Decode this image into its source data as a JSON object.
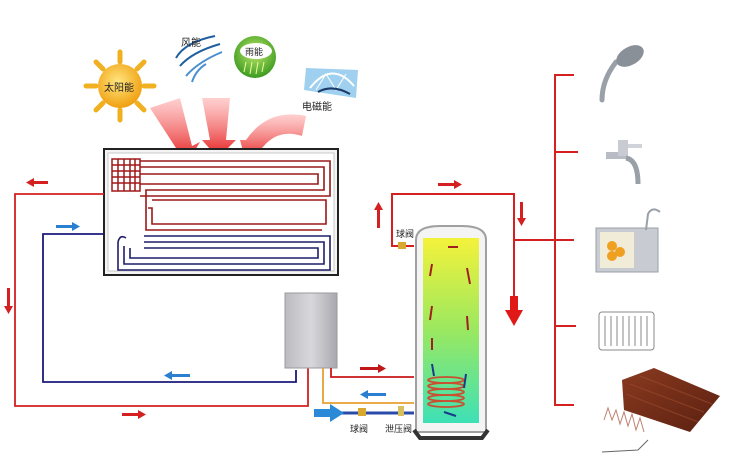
{
  "title": "空气能热泵采暖热水系统示意图",
  "energy_sources": [
    {
      "id": "solar",
      "label": "太阳能",
      "icon": "sun-icon"
    },
    {
      "id": "wind",
      "label": "风能",
      "icon": "wind-icon"
    },
    {
      "id": "rain",
      "label": "雨能",
      "icon": "rain-cloud-icon"
    },
    {
      "id": "em",
      "label": "电磁能",
      "icon": "electromagnetic-icon"
    }
  ],
  "components": {
    "collector": "evaporator-panel",
    "heat_pump": "heat-pump-unit",
    "tank": "water-tank"
  },
  "valves": {
    "top_ball_valve": "球阀",
    "bottom_ball_valve": "球阀",
    "pressure_relief_valve": "泄压阀"
  },
  "outputs": [
    {
      "id": "shower",
      "icon": "shower-head-icon"
    },
    {
      "id": "faucet",
      "icon": "faucet-icon"
    },
    {
      "id": "sink",
      "icon": "kitchen-sink-icon"
    },
    {
      "id": "radiator",
      "icon": "radiator-icon"
    },
    {
      "id": "floor",
      "icon": "floor-heating-icon"
    }
  ],
  "colors": {
    "hot": "#d42020",
    "cold": "#1a1a7a",
    "cold_arrow": "#2a7fd0",
    "inlet": "#2a8ad8",
    "tank_top": "#f2f040",
    "tank_bottom": "#40e0b0",
    "heater": "#c8c8cc",
    "orange_pipe": "#e8a030"
  }
}
